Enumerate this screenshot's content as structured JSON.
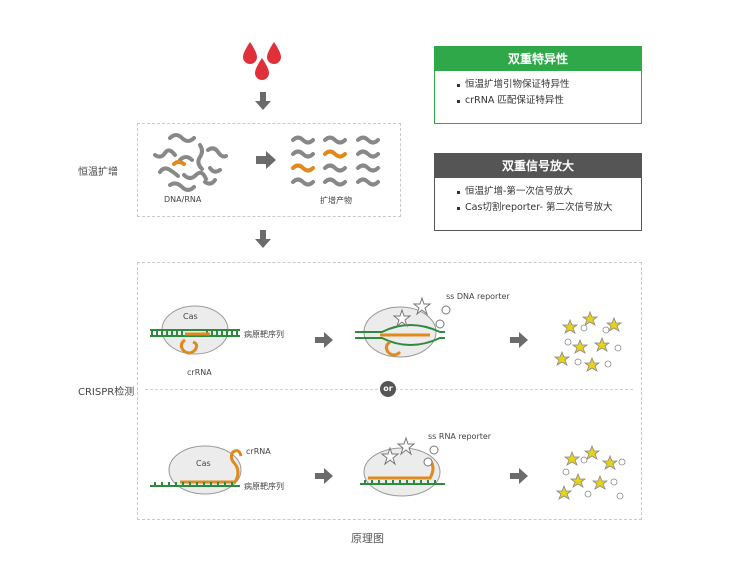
{
  "panels": {
    "specificity": {
      "title": "双重特异性",
      "items": [
        "恒温扩增引物保证特异性",
        "crRNA 匹配保证特异性"
      ],
      "color": "#2fa84a"
    },
    "amplification": {
      "title": "双重信号放大",
      "items": [
        "恒温扩增-第一次信号放大",
        "Cas切割reporter-  第二次信号放大"
      ],
      "color": "#555555"
    }
  },
  "amplification_stage": {
    "label": "恒温扩增",
    "input_label": "DNA/RNA",
    "output_label": "扩增产物"
  },
  "crispr_stage": {
    "label": "CRISPR检测",
    "divider": "or",
    "top_row": {
      "cas": "Cas",
      "target": "病原靶序列",
      "guide": "crRNA",
      "reporter": "ss DNA reporter"
    },
    "bottom_row": {
      "cas": "Cas",
      "guide": "crRNA",
      "target": "病原靶序列",
      "reporter": "ss RNA reporter"
    }
  },
  "caption": "原理图",
  "colors": {
    "green_strand": "#2e8b3e",
    "orange_strand": "#e08a1e",
    "star_yellow": "#e8d21a",
    "arrow_gray": "#6b6b6b",
    "droplet_red": "#e0303a"
  },
  "icons": [
    "blood-drop-icon",
    "arrow-down-icon",
    "arrow-right-icon",
    "star-reporter-icon"
  ]
}
